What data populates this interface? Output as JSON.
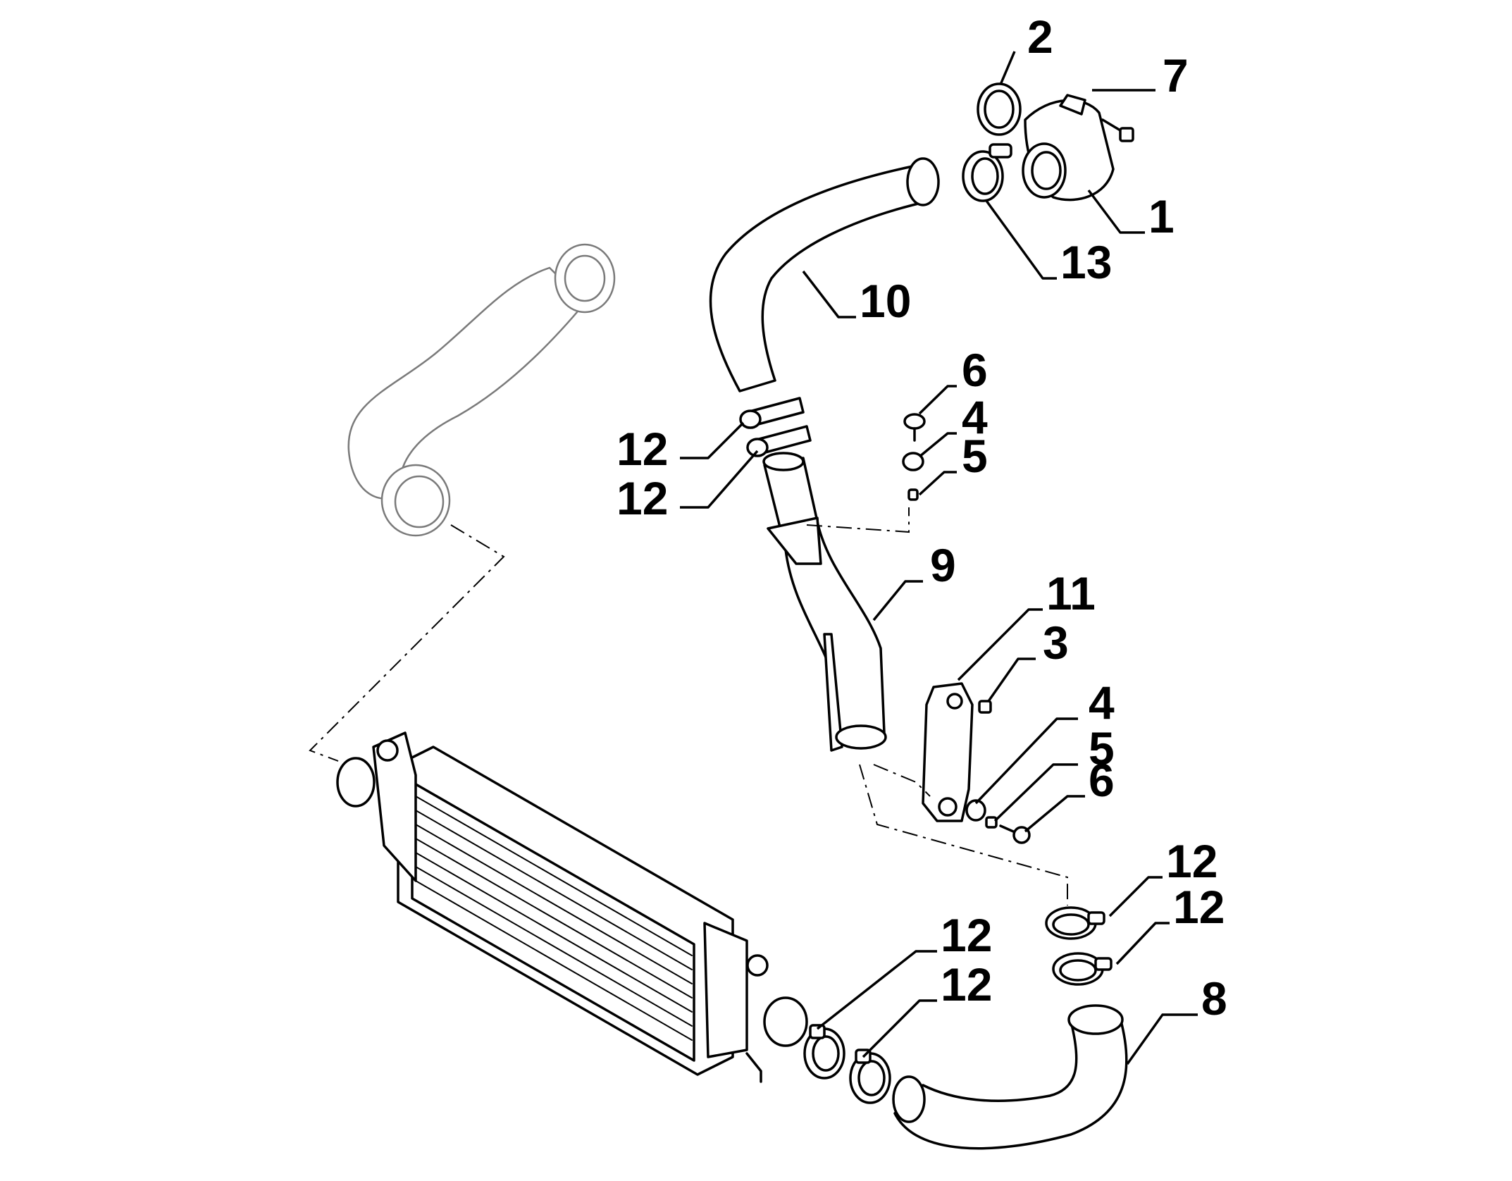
{
  "callouts": {
    "c1": "1",
    "c2": "2",
    "c3": "3",
    "c4_top": "4",
    "c4_bottom": "4",
    "c5_top": "5",
    "c5_bottom": "5",
    "c6_top": "6",
    "c6_bottom": "6",
    "c7": "7",
    "c8": "8",
    "c9": "9",
    "c10": "10",
    "c11": "11",
    "c12_upper_a": "12",
    "c12_upper_b": "12",
    "c12_right_a": "12",
    "c12_right_b": "12",
    "c12_lower_a": "12",
    "c12_lower_b": "12",
    "c13": "13"
  },
  "colors": {
    "line": "#000000",
    "ghost": "#7a7a7a",
    "background": "#ffffff"
  }
}
